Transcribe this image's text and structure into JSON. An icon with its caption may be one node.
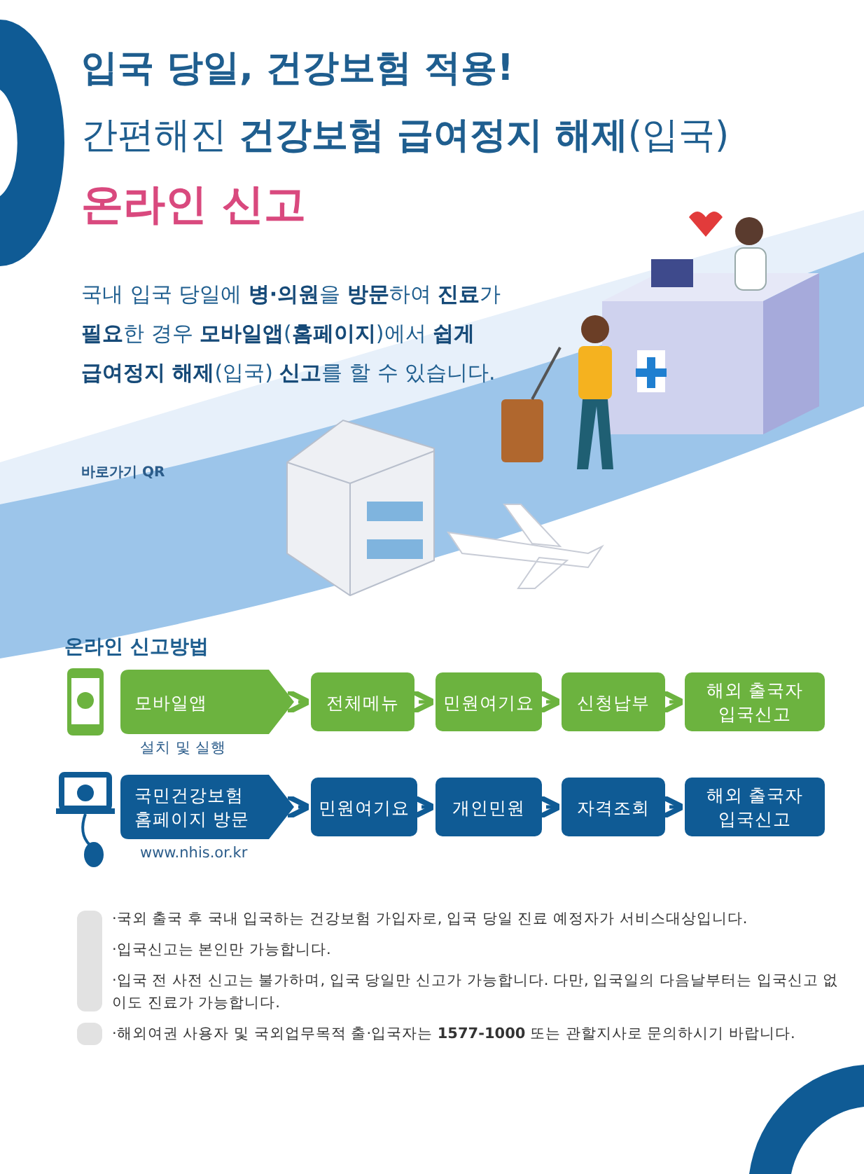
{
  "diagram": {
    "title": "입국 당일, 건강보험 적용!",
    "nodes": [
      {
        "text": [
          "모바일앱"
        ],
        "beside": [
          "설치 및 실행"
        ]
      },
      {
        "text": [
          "전체메뉴"
        ]
      },
      {
        "text": [
          "민원여기요"
        ]
      },
      {
        "text": [
          "신청납부"
        ]
      },
      {
        "text": [
          "해외 출국자 입국신고"
        ]
      },
      {
        "text": [
          "국민건강보험 홈페이지 방문"
        ],
        "beside": [
          "www.nhis.or.kr"
        ]
      },
      {
        "text": [
          "민원여기요"
        ]
      },
      {
        "text": [
          "개인민원"
        ]
      },
      {
        "text": [
          "자격조회"
        ]
      },
      {
        "text": [
          "해외 출국자 입국신고"
        ]
      }
    ],
    "edges": [
      {
        "from": 0,
        "to": 1,
        "arrow": "to"
      },
      {
        "from": 1,
        "to": 2,
        "arrow": "to"
      },
      {
        "from": 2,
        "to": 3,
        "arrow": "to"
      },
      {
        "from": 3,
        "to": 4,
        "arrow": "to"
      },
      {
        "from": 5,
        "to": 6,
        "arrow": "to",
        "color": "#0f5b95"
      },
      {
        "from": 6,
        "to": 7,
        "arrow": "to",
        "color": "#0f5b95"
      },
      {
        "from": 7,
        "to": 8,
        "arrow": "to",
        "color": "#0f5b95"
      },
      {
        "from": 8,
        "to": 9,
        "arrow": "to",
        "color": "#0f5b95"
      }
    ],
    "labels": [
      "간편해진 **건강보험 급여정지 해제**(입국)",
      "온라인 신고",
      "국내 입국 당일에 **병·의원**을 **방문**하여 **진료**가 **필요**한 경우 **모바일앱**(**홈페이지**)에서 **쉽게 급여정지 해제**(입국) **신고**를 할 수 있습니다.",
      "바로가기 QR",
      "온라인 신고방법",
      "·국외 출국 후 국내 입국하는 건강보험 가입자로, 입국 당일 진료 예정자가 서비스대상입니다.",
      "·입국신고는 본인만 가능합니다.",
      "·입국 전 사전 신고는 불가하며, 입국 당일만 신고가 가능합니다. 다만, 입국일의 다음날부터는 입국신고 없이도 진료가 가능합니다.",
      "·해외여권 사용자 및 국외업무목적 출·입국자는 **1577-1000** 또는 관할지사로 문의하시기 바랍니다."
    ]
  }
}
